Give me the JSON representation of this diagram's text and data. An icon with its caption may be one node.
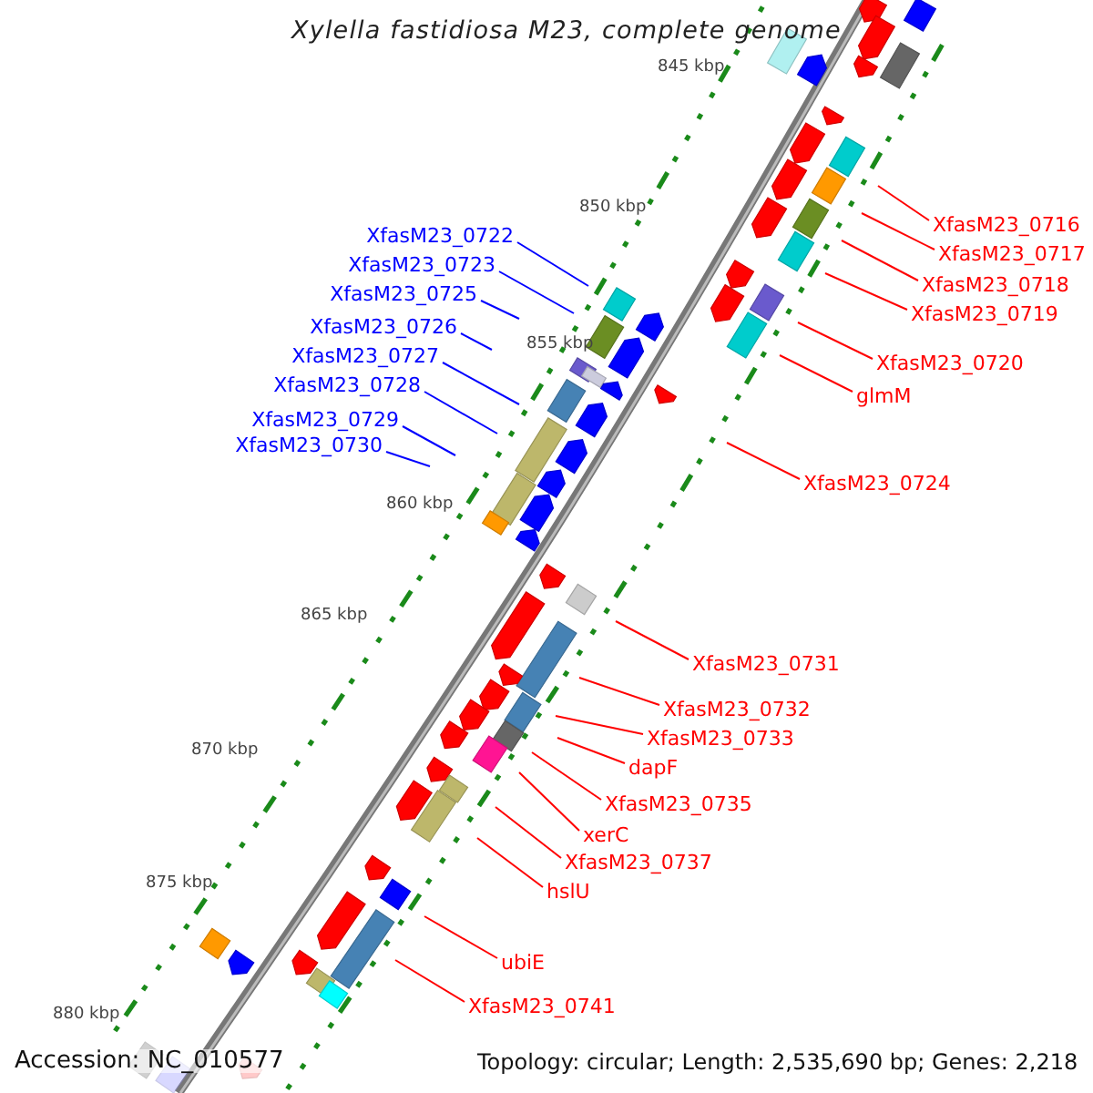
{
  "diagram": {
    "title": "Xylella fastidiosa M23, complete genome",
    "nodes": [
      {
        "text": [
          "XfasM23_0716"
        ]
      },
      {
        "text": [
          "XfasM23_0722"
        ]
      },
      {
        "text": [
          "XfasM23_0717"
        ]
      },
      {
        "text": [
          "XfasM23_0723"
        ]
      },
      {
        "text": [
          "XfasM23_0718"
        ]
      },
      {
        "text": [
          "XfasM23_0725"
        ]
      },
      {
        "text": [
          "XfasM23_0719"
        ]
      },
      {
        "text": [
          "XfasM23_0726"
        ]
      },
      {
        "text": [
          "XfasM23_0727"
        ]
      },
      {
        "text": [
          "XfasM23_0720"
        ]
      },
      {
        "text": [
          "XfasM23_0728"
        ]
      },
      {
        "text": [
          "glmM"
        ]
      },
      {
        "text": [
          "XfasM23_0729"
        ]
      },
      {
        "text": [
          "XfasM23_0730"
        ]
      },
      {
        "text": [
          "XfasM23_0724"
        ]
      },
      {
        "text": [
          "XfasM23_0731"
        ]
      },
      {
        "text": [
          "XfasM23_0732"
        ]
      },
      {
        "text": [
          "XfasM23_0733"
        ]
      },
      {
        "text": [
          "dapF"
        ]
      },
      {
        "text": [
          "XfasM23_0735"
        ]
      },
      {
        "text": [
          "xerC"
        ]
      },
      {
        "text": [
          "XfasM23_0737"
        ]
      },
      {
        "text": [
          "hslU"
        ]
      },
      {
        "text": [
          "ubiE"
        ]
      },
      {
        "text": [
          "XfasM23_0741"
        ]
      }
    ],
    "edges": [
      {
        "from": 0,
        "to": null,
        "arrow": "none"
      },
      {
        "from": 1,
        "to": null,
        "arrow": "none",
        "color": "#0000ff"
      },
      {
        "from": 2,
        "to": null,
        "arrow": "none"
      },
      {
        "from": 3,
        "to": null,
        "arrow": "none",
        "color": "#0000ff"
      },
      {
        "from": 4,
        "to": null,
        "arrow": "none"
      },
      {
        "from": 5,
        "to": null,
        "arrow": "none",
        "color": "#0000ff"
      },
      {
        "from": 6,
        "to": null,
        "arrow": "none"
      },
      {
        "from": 7,
        "to": null,
        "arrow": "none",
        "color": "#0000ff"
      },
      {
        "from": 8,
        "to": null,
        "arrow": "none",
        "color": "#0000ff"
      },
      {
        "from": 9,
        "to": null,
        "arrow": "none"
      },
      {
        "from": 10,
        "to": null,
        "arrow": "none",
        "color": "#0000ff"
      },
      {
        "from": 11,
        "to": null,
        "arrow": "none"
      },
      {
        "from": 12,
        "to": null,
        "arrow": "none",
        "color": "#0000ff"
      },
      {
        "from": 13,
        "to": null,
        "arrow": "none",
        "color": "#0000ff"
      },
      {
        "from": 14,
        "to": null,
        "arrow": "none"
      },
      {
        "from": 15,
        "to": null,
        "arrow": "none"
      },
      {
        "from": 16,
        "to": null,
        "arrow": "none"
      },
      {
        "from": 17,
        "to": null,
        "arrow": "none"
      },
      {
        "from": 18,
        "to": null,
        "arrow": "none"
      },
      {
        "from": 19,
        "to": null,
        "arrow": "none"
      },
      {
        "from": 20,
        "to": null,
        "arrow": "none"
      },
      {
        "from": 21,
        "to": null,
        "arrow": "none"
      },
      {
        "from": 22,
        "to": null,
        "arrow": "none"
      },
      {
        "from": 23,
        "to": null,
        "arrow": "none"
      },
      {
        "from": 24,
        "to": null,
        "arrow": "none"
      }
    ],
    "labels": [
      "845 kbp",
      "850 kbp",
      "855 kbp",
      "860 kbp",
      "865 kbp",
      "870 kbp",
      "875 kbp",
      "880 kbp",
      "Accession: NC_010577",
      "Topology: circular; Length: 2,535,690 bp; Genes: 2,218"
    ]
  }
}
